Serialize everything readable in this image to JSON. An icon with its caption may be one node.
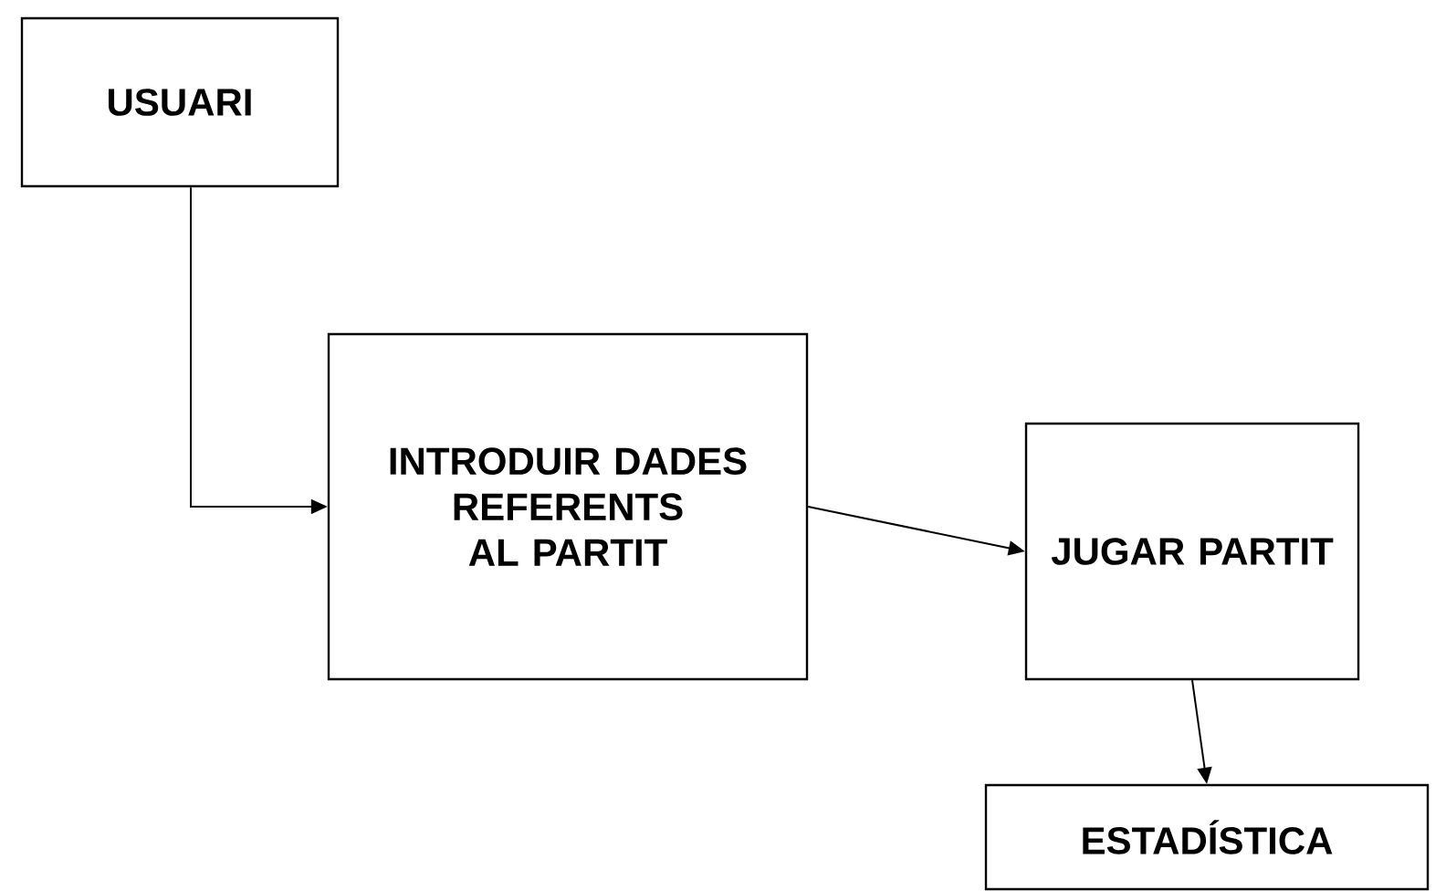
{
  "diagram": {
    "nodes": [
      {
        "text": [
          "USUARI"
        ]
      },
      {
        "text": [
          "INTRODUIR DADES REFERENTS AL PARTIT"
        ]
      },
      {
        "text": [
          "JUGAR PARTIT"
        ]
      },
      {
        "text": [
          "ESTADÍSTICA"
        ]
      }
    ],
    "edges": [
      {
        "from": 0,
        "to": 1,
        "arrow": "to"
      },
      {
        "from": 1,
        "to": 2,
        "arrow": "to"
      },
      {
        "from": 2,
        "to": 3,
        "arrow": "to"
      }
    ]
  }
}
